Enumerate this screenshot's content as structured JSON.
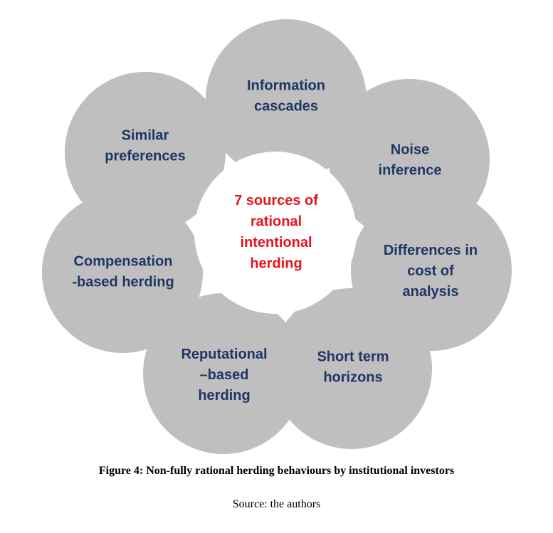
{
  "diagram": {
    "center": {
      "lines": [
        "7 sources of",
        "rational",
        "intentional",
        "herding"
      ],
      "color": "#e3141b"
    },
    "petals": [
      {
        "id": "information-cascades",
        "lines": [
          "Information",
          "cascades"
        ]
      },
      {
        "id": "noise-inference",
        "lines": [
          "Noise",
          "inference"
        ]
      },
      {
        "id": "differences-in-cost-of-analysis",
        "lines": [
          "Differences in",
          "cost of",
          "analysis"
        ]
      },
      {
        "id": "short-term-horizons",
        "lines": [
          "Short term",
          "horizons"
        ]
      },
      {
        "id": "reputational-based-herding",
        "lines": [
          "Reputational",
          "–based",
          "herding"
        ]
      },
      {
        "id": "compensation-based-herding",
        "lines": [
          "Compensation",
          "-based herding"
        ]
      },
      {
        "id": "similar-preferences",
        "lines": [
          "Similar",
          "preferences"
        ]
      }
    ],
    "colors": {
      "petal_fill": "#bfbfbf",
      "petal_text": "#1f3566",
      "center_fill": "#ffffff"
    }
  },
  "caption": {
    "title": "Figure 4: Non-fully rational herding behaviours by institutional investors",
    "source": "Source: the authors"
  }
}
